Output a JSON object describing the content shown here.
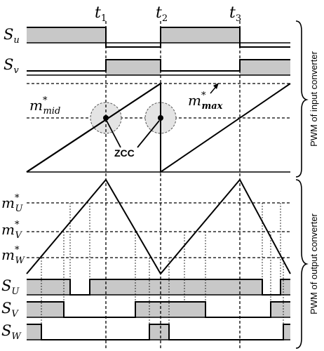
{
  "time_markers": [
    {
      "name": "t",
      "sub": "1"
    },
    {
      "name": "t",
      "sub": "2"
    },
    {
      "name": "t",
      "sub": "3"
    }
  ],
  "input_switch_labels": [
    {
      "name": "S",
      "sub": "u"
    },
    {
      "name": "S",
      "sub": "v"
    }
  ],
  "modulation_labels": {
    "mid": {
      "name": "m",
      "sup": "*",
      "sub": "mid"
    },
    "max": {
      "name": "m",
      "sup": "*",
      "sub": "max"
    }
  },
  "zcc_label": "ZCC",
  "output_reference_labels": [
    {
      "name": "m",
      "sup": "*",
      "sub": "U"
    },
    {
      "name": "m",
      "sup": "*",
      "sub": "V"
    },
    {
      "name": "m",
      "sup": "*",
      "sub": "W"
    }
  ],
  "output_switch_labels": [
    {
      "name": "S",
      "sub": "U"
    },
    {
      "name": "S",
      "sub": "V"
    },
    {
      "name": "S",
      "sub": "W"
    }
  ],
  "side_labels": {
    "input": "PWM of input converter",
    "output": "PWM of output converter"
  },
  "colors": {
    "pulse_fill": "#c8c8c8",
    "line": "#000000",
    "zcc_circle": "#e4e4e4"
  }
}
